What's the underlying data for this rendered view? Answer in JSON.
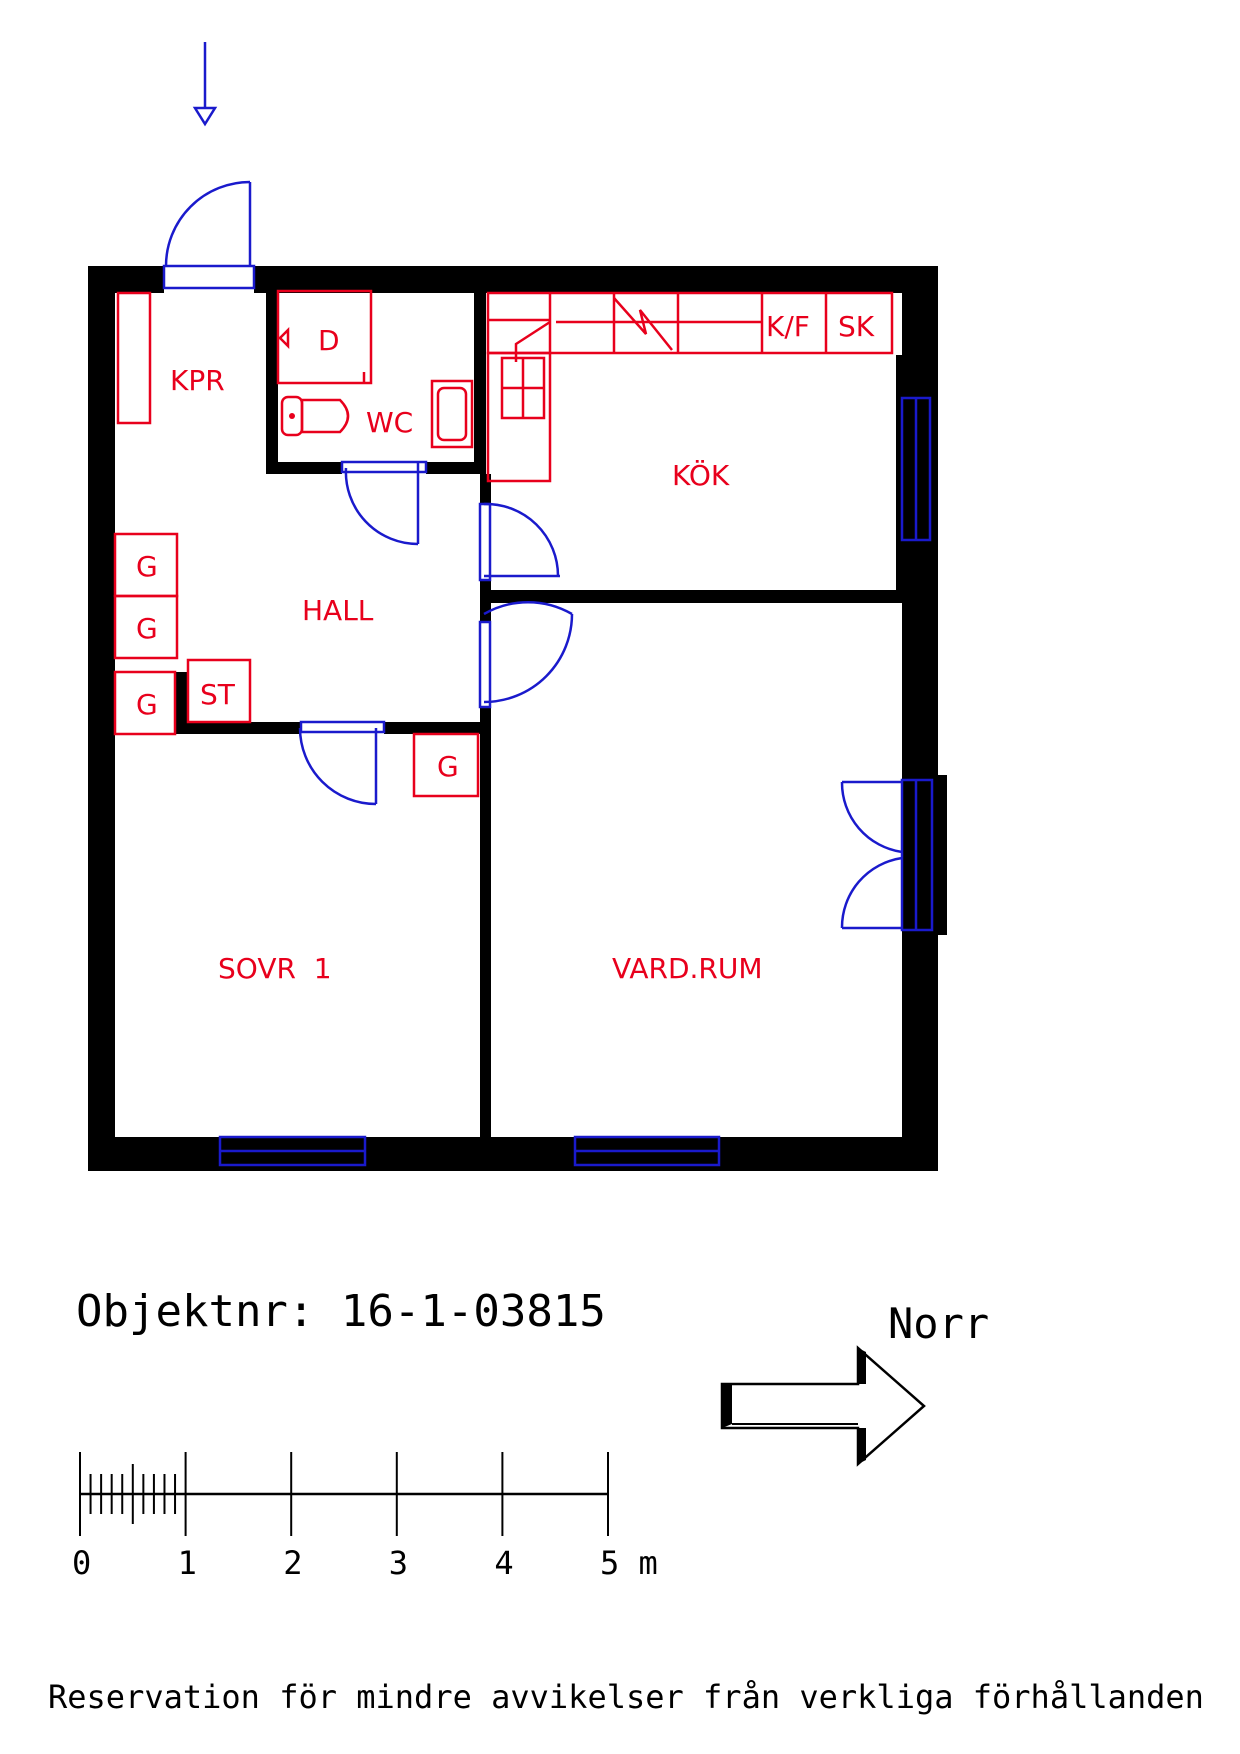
{
  "rooms": {
    "kpr": "KPR",
    "wc": "WC",
    "d": "D",
    "kok": "KÖK",
    "hall": "HALL",
    "sovr": "SOVR  1",
    "vardrum": "VARD.RUM"
  },
  "fixtures": {
    "kf": "K/F",
    "sk": "SK",
    "g1": "G",
    "g2": "G",
    "g3": "G",
    "g4": "G",
    "st": "ST"
  },
  "object_number": "Objektnr: 16-1-03815",
  "north_label": "Norr",
  "scale": {
    "ticks": [
      "0",
      "1",
      "2",
      "3",
      "4",
      "5 m"
    ]
  },
  "disclaimer": "Reservation för mindre avvikelser från verkliga förhållanden",
  "colors": {
    "walls": "#000000",
    "fixtures": "#e8001c",
    "doors_windows": "#1a1acc"
  }
}
